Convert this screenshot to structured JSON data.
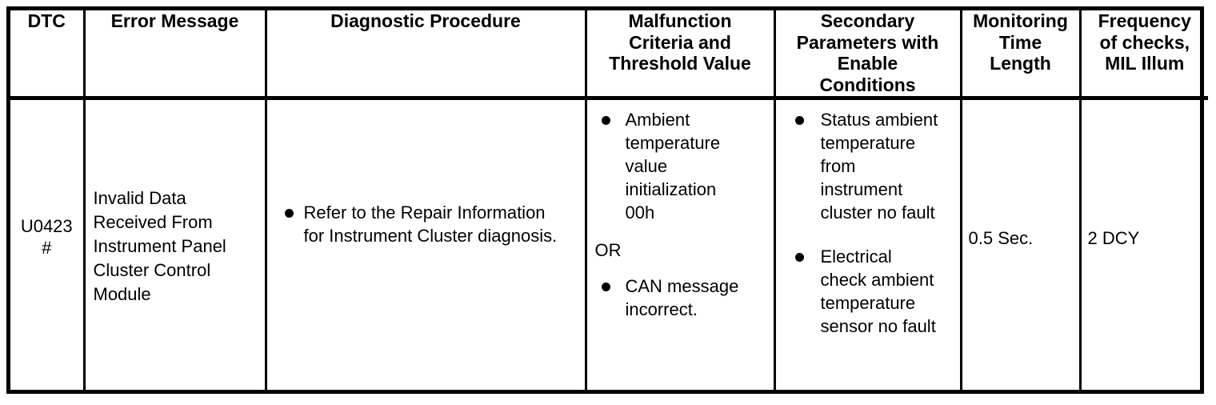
{
  "table": {
    "columns": [
      {
        "key": "dtc",
        "header_lines": [
          "DTC"
        ]
      },
      {
        "key": "msg",
        "header_lines": [
          "Error Message"
        ]
      },
      {
        "key": "proc",
        "header_lines": [
          "Diagnostic Procedure"
        ]
      },
      {
        "key": "mal",
        "header_lines": [
          "Malfunction",
          "Criteria and",
          "Threshold Value"
        ]
      },
      {
        "key": "sec",
        "header_lines": [
          "Secondary",
          "Parameters with",
          "Enable",
          "Conditions"
        ]
      },
      {
        "key": "mon",
        "header_lines": [
          "Monitoring",
          "Time",
          "Length"
        ]
      },
      {
        "key": "freq",
        "header_lines": [
          "Frequency",
          "of checks,",
          "MIL Illum"
        ]
      }
    ],
    "rows": [
      {
        "dtc": {
          "code": "U0423",
          "marker": "#"
        },
        "error_message": {
          "lines": [
            "Invalid Data",
            "Received From",
            "Instrument Panel",
            "Cluster Control",
            "Module"
          ]
        },
        "diagnostic_procedure": {
          "bullets": [
            {
              "lines": [
                "Refer to the Repair Information",
                "for Instrument Cluster diagnosis."
              ]
            }
          ]
        },
        "malfunction_criteria": {
          "bullets_before": [
            {
              "lines": [
                "Ambient",
                "temperature",
                "value",
                "initialization",
                "00h"
              ]
            }
          ],
          "separator": "OR",
          "bullets_after": [
            {
              "lines": [
                "CAN message",
                "incorrect."
              ]
            }
          ]
        },
        "secondary_parameters": {
          "bullets": [
            {
              "lines": [
                "Status ambient",
                "temperature",
                "from",
                "instrument",
                "cluster no fault"
              ]
            },
            {
              "lines": [
                "Electrical",
                "check ambient",
                "temperature",
                "sensor no fault"
              ]
            }
          ]
        },
        "monitoring_time_length": "0.5 Sec.",
        "frequency_of_checks": "2 DCY"
      }
    ]
  },
  "style": {
    "border_color": "#000000",
    "text_color": "#000000",
    "background": "#ffffff"
  }
}
